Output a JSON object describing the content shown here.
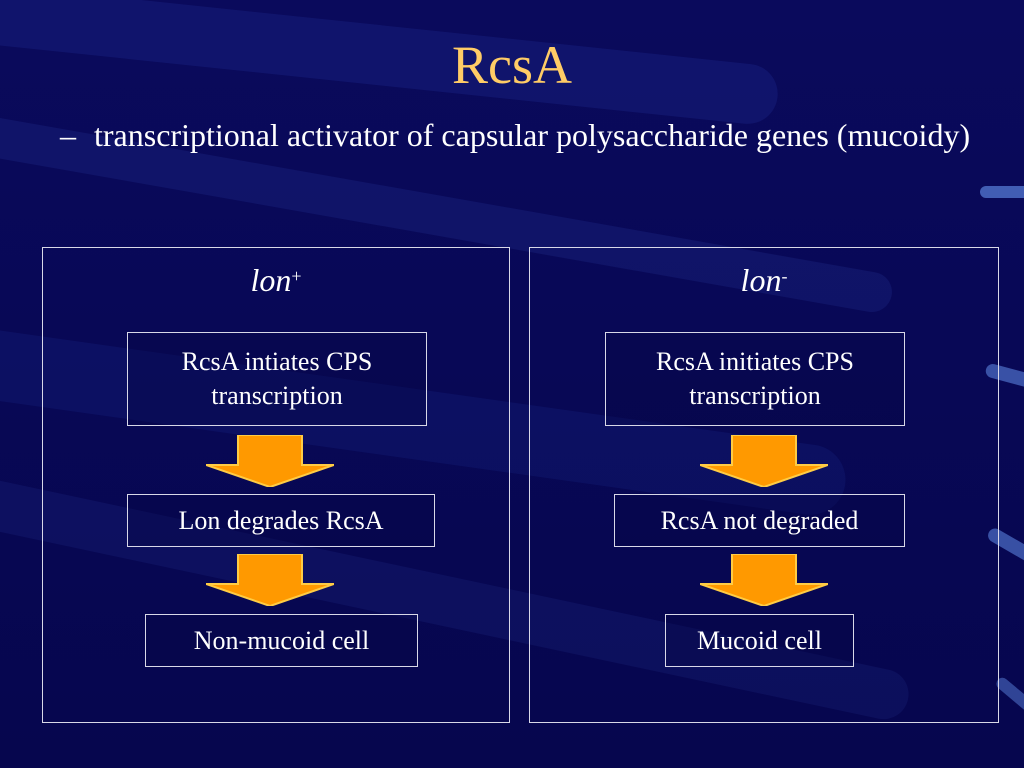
{
  "slide": {
    "title": "RcsA",
    "bullet_dash": "–",
    "bullet_text": "transcriptional activator of capsular polysaccharide genes (mucoidy)"
  },
  "colors": {
    "background": "#08085a",
    "title": "#ffcc66",
    "text": "#ffffff",
    "arrow_fill": "#ff9900",
    "arrow_edge": "#ffcc44",
    "box_border": "#d8d8e8"
  },
  "panels": [
    {
      "label_main": "lon",
      "label_sup": "+",
      "steps": [
        "RcsA intiates CPS transcription",
        "Lon degrades RcsA",
        "Non-mucoid cell"
      ]
    },
    {
      "label_main": "lon",
      "label_sup": "-",
      "steps": [
        "RcsA initiates CPS transcription",
        "RcsA not degraded",
        "Mucoid cell"
      ]
    }
  ],
  "arrow_icon": "down-arrow-icon"
}
